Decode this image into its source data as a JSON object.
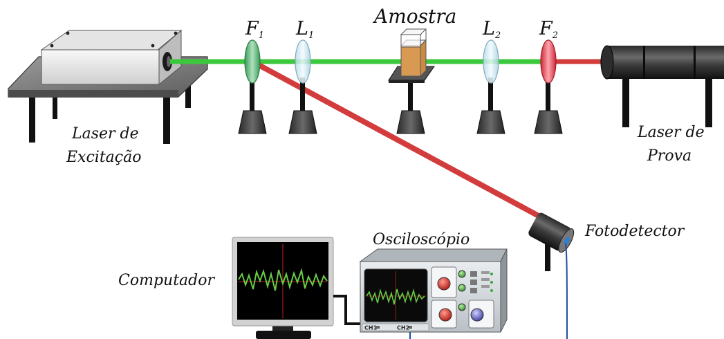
{
  "labels": {
    "laser_excitacao": [
      "Laser de",
      "Excitação"
    ],
    "laser_prova": [
      "Laser de",
      "Prova"
    ],
    "amostra": "Amostra",
    "f1": {
      "main": "F",
      "sub": "1"
    },
    "l1": {
      "main": "L",
      "sub": "1"
    },
    "l2": {
      "main": "L",
      "sub": "2"
    },
    "f2": {
      "main": "F",
      "sub": "2"
    },
    "fotodetector": "Fotodetector",
    "osciloscopio": "Osciloscópio",
    "computador": "Computador",
    "ch1": "CH1",
    "ch2": "CH2"
  },
  "colors": {
    "excitation_beam": "#3cc83c",
    "probe_beam": "#d23c3c",
    "signal_cable": "#1f4e9e",
    "trace": "#66cc44"
  }
}
